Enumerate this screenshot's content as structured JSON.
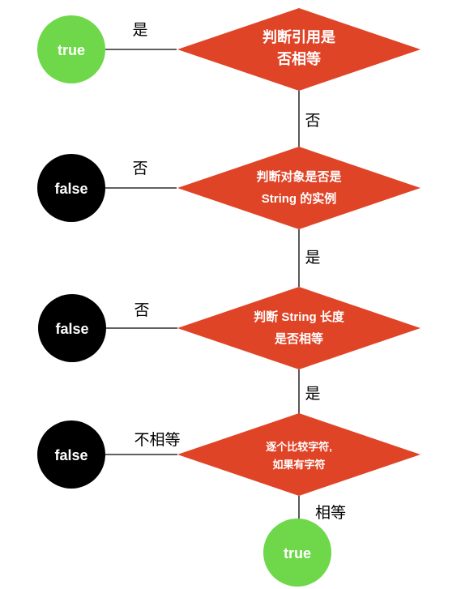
{
  "colors": {
    "decision": "#e04427",
    "true_node": "#6fd84a",
    "false_node": "#000000",
    "edge": "#000000"
  },
  "decisions": [
    {
      "line1": "判断引用是",
      "line2": "否相等"
    },
    {
      "line1": "判断对象是否是",
      "line2": "String 的实例"
    },
    {
      "line1": "判断 String 长度",
      "line2": "是否相等"
    },
    {
      "line1": "逐个比较字符,",
      "line2": "如果有字符"
    }
  ],
  "terminals": [
    {
      "text": "true",
      "kind": "true"
    },
    {
      "text": "false",
      "kind": "false"
    },
    {
      "text": "false",
      "kind": "false"
    },
    {
      "text": "false",
      "kind": "false"
    },
    {
      "text": "true",
      "kind": "true"
    }
  ],
  "edge_labels": [
    "是",
    "否",
    "否",
    "是",
    "否",
    "是",
    "不相等",
    "相等"
  ]
}
